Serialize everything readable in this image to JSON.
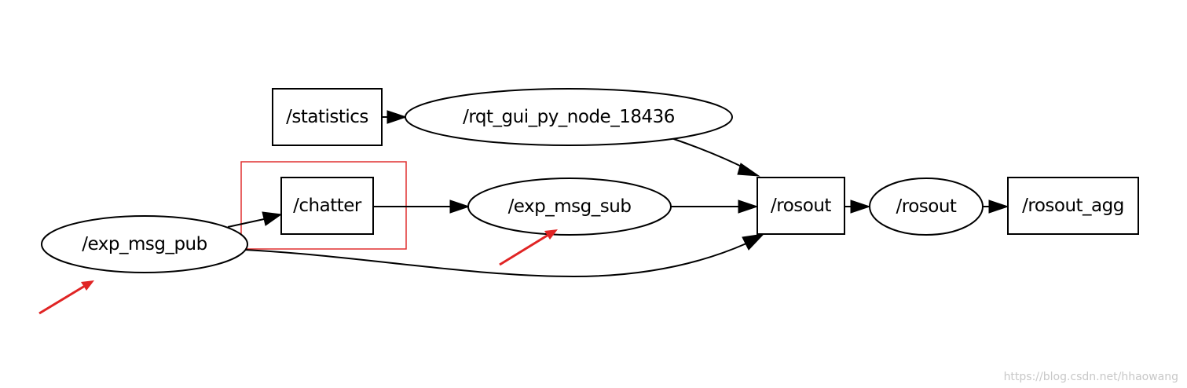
{
  "graph": {
    "nodes": {
      "statistics": "/statistics",
      "rqt_gui": "/rqt_gui_py_node_18436",
      "chatter": "/chatter",
      "exp_msg_sub": "/exp_msg_sub",
      "exp_msg_pub": "/exp_msg_pub",
      "rosout_box": "/rosout",
      "rosout_ellipse": "/rosout",
      "rosout_agg": "/rosout_agg"
    }
  },
  "colors": {
    "annotation": "#e02424",
    "edge": "#000000"
  },
  "watermark": "https://blog.csdn.net/hhaowang"
}
